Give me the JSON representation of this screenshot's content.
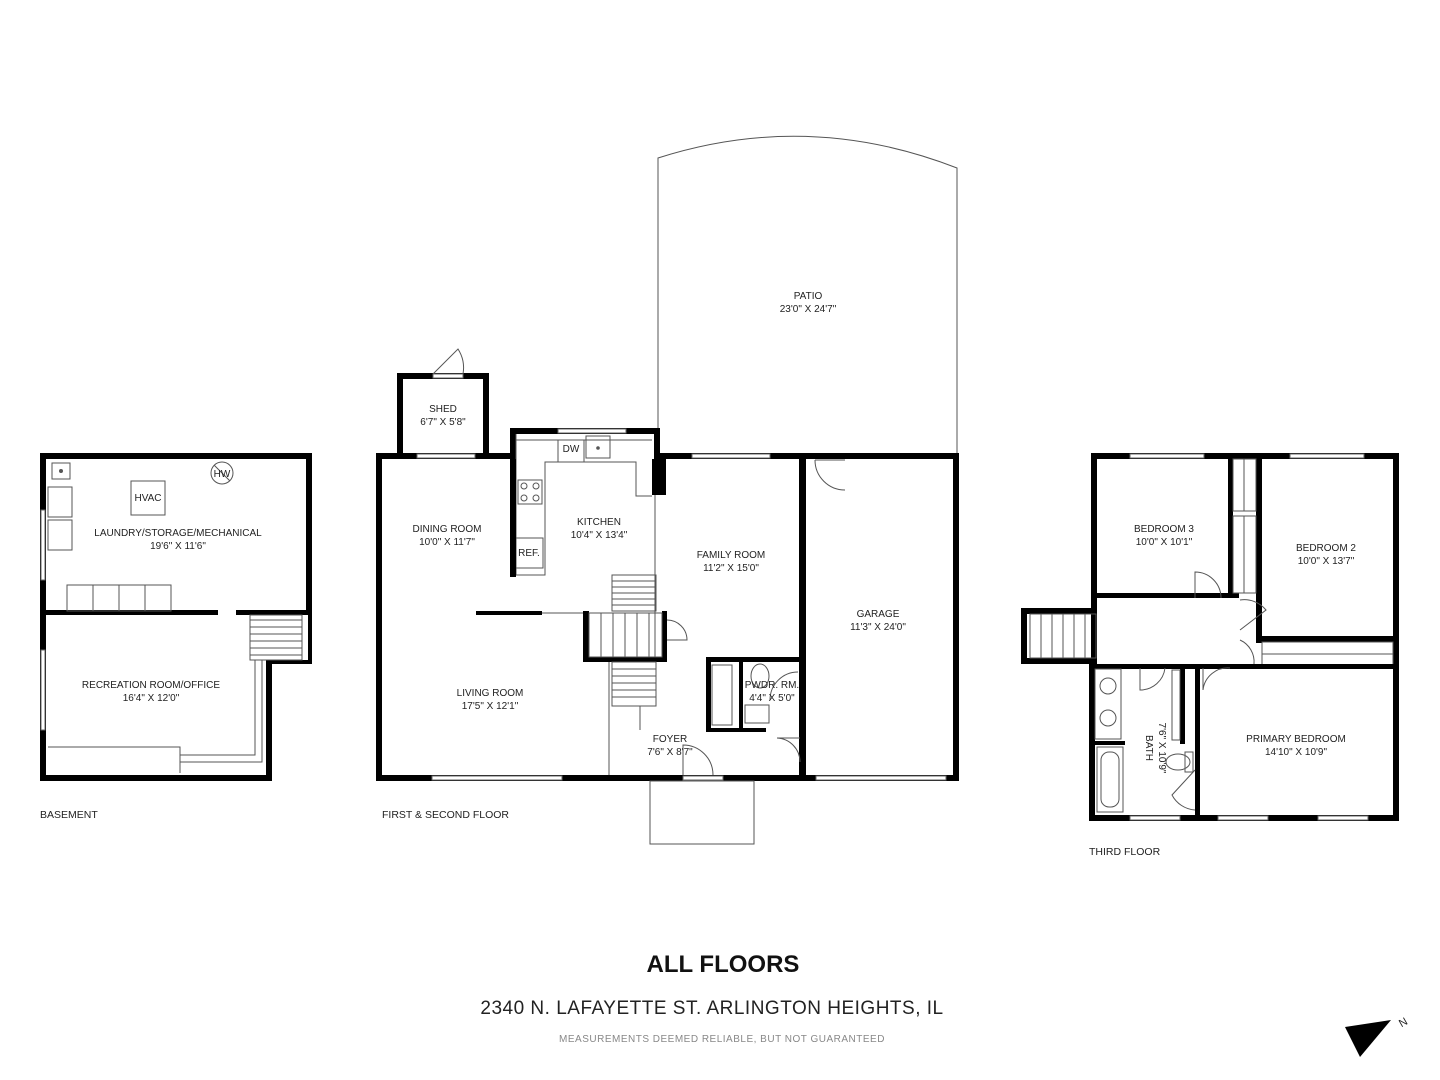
{
  "title": "ALL FLOORS",
  "address": "2340 N. LAFAYETTE ST. ARLINGTON HEIGHTS, IL",
  "disclaimer": "MEASUREMENTS DEEMED RELIABLE, BUT NOT GUARANTEED",
  "compass_letter": "N",
  "floors": {
    "basement": "BASEMENT",
    "main": "FIRST & SECOND FLOOR",
    "third": "THIRD FLOOR"
  },
  "rooms": {
    "laundry": {
      "name": "LAUNDRY/STORAGE/MECHANICAL",
      "dims": "19'6\" X 11'6\""
    },
    "hvac": "HVAC",
    "hw": "HW",
    "recreation": {
      "name": "RECREATION ROOM/OFFICE",
      "dims": "16'4\" X 12'0\""
    },
    "shed": {
      "name": "SHED",
      "dims": "6'7\" X 5'8\""
    },
    "dining": {
      "name": "DINING ROOM",
      "dims": "10'0\" X 11'7\""
    },
    "kitchen": {
      "name": "KITCHEN",
      "dims": "10'4\" X 13'4\""
    },
    "dw": "DW",
    "ref": "REF.",
    "family": {
      "name": "FAMILY ROOM",
      "dims": "11'2\" X 15'0\""
    },
    "patio": {
      "name": "PATIO",
      "dims": "23'0\" X 24'7\""
    },
    "garage": {
      "name": "GARAGE",
      "dims": "11'3\" X 24'0\""
    },
    "living": {
      "name": "LIVING ROOM",
      "dims": "17'5\" X 12'1\""
    },
    "powder": {
      "name": "PWDR. RM.",
      "dims": "4'4\" X 5'0\""
    },
    "foyer": {
      "name": "FOYER",
      "dims": "7'6\" X 8'7\""
    },
    "bedroom3": {
      "name": "BEDROOM 3",
      "dims": "10'0\" X 10'1\""
    },
    "bedroom2": {
      "name": "BEDROOM 2",
      "dims": "10'0\" X 13'7\""
    },
    "primary": {
      "name": "PRIMARY BEDROOM",
      "dims": "14'10\" X 10'9\""
    },
    "bath": {
      "name": "BATH",
      "dims": "7'6\" X 10'9\""
    }
  }
}
